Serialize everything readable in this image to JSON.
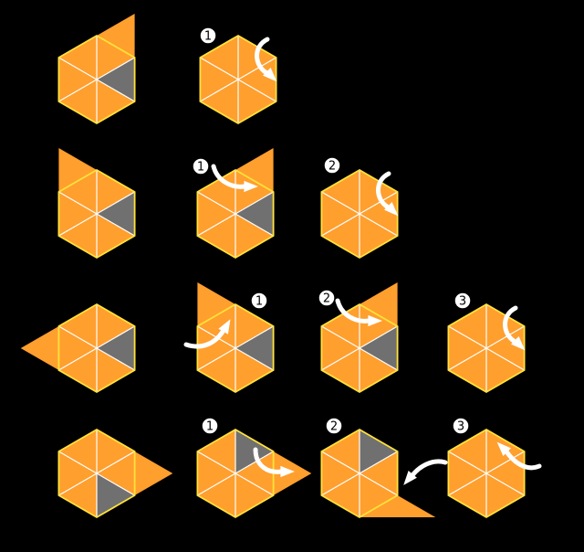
{
  "colors": {
    "background": "#000000",
    "hex_fill": "#FF9F2E",
    "hex_edge": "#FFE23A",
    "spoke": "#FFFFFF",
    "hole": "#707070",
    "arrow": "#FFFFFF"
  },
  "rows": [
    {
      "steps": [
        {
          "kind": "start",
          "hole": "right-lower",
          "flap": "top-right",
          "badge": ""
        },
        {
          "kind": "result",
          "hole": "",
          "flap": "",
          "badge": "1",
          "arrow": "rotate-down-right"
        }
      ]
    },
    {
      "steps": [
        {
          "kind": "start",
          "hole": "right-lower",
          "flap": "top-left",
          "badge": ""
        },
        {
          "kind": "move",
          "hole": "right-lower",
          "flap": "top-right",
          "badge": "1",
          "arrow": "sweep-right"
        },
        {
          "kind": "result",
          "hole": "",
          "flap": "",
          "badge": "2",
          "arrow": "rotate-down-right"
        }
      ]
    },
    {
      "steps": [
        {
          "kind": "start",
          "hole": "right-lower",
          "flap": "left",
          "badge": ""
        },
        {
          "kind": "move",
          "hole": "right-lower",
          "flap": "top-left",
          "badge": "1",
          "arrow": "sweep-up-right"
        },
        {
          "kind": "move",
          "hole": "right-lower",
          "flap": "top-right",
          "badge": "2",
          "arrow": "sweep-right"
        },
        {
          "kind": "result",
          "hole": "",
          "flap": "",
          "badge": "3",
          "arrow": "rotate-down-right"
        }
      ]
    },
    {
      "steps": [
        {
          "kind": "start",
          "hole": "bottom-right",
          "flap": "right",
          "badge": ""
        },
        {
          "kind": "move",
          "hole": "top-right",
          "flap": "right",
          "badge": "1",
          "arrow": "sweep-down-right"
        },
        {
          "kind": "move",
          "hole": "top-right",
          "flap": "bottom-right",
          "badge": "2",
          "arrow": "sweep-down-left"
        },
        {
          "kind": "result",
          "hole": "",
          "flap": "",
          "badge": "3",
          "arrow": "rotate-up-left"
        }
      ]
    }
  ]
}
